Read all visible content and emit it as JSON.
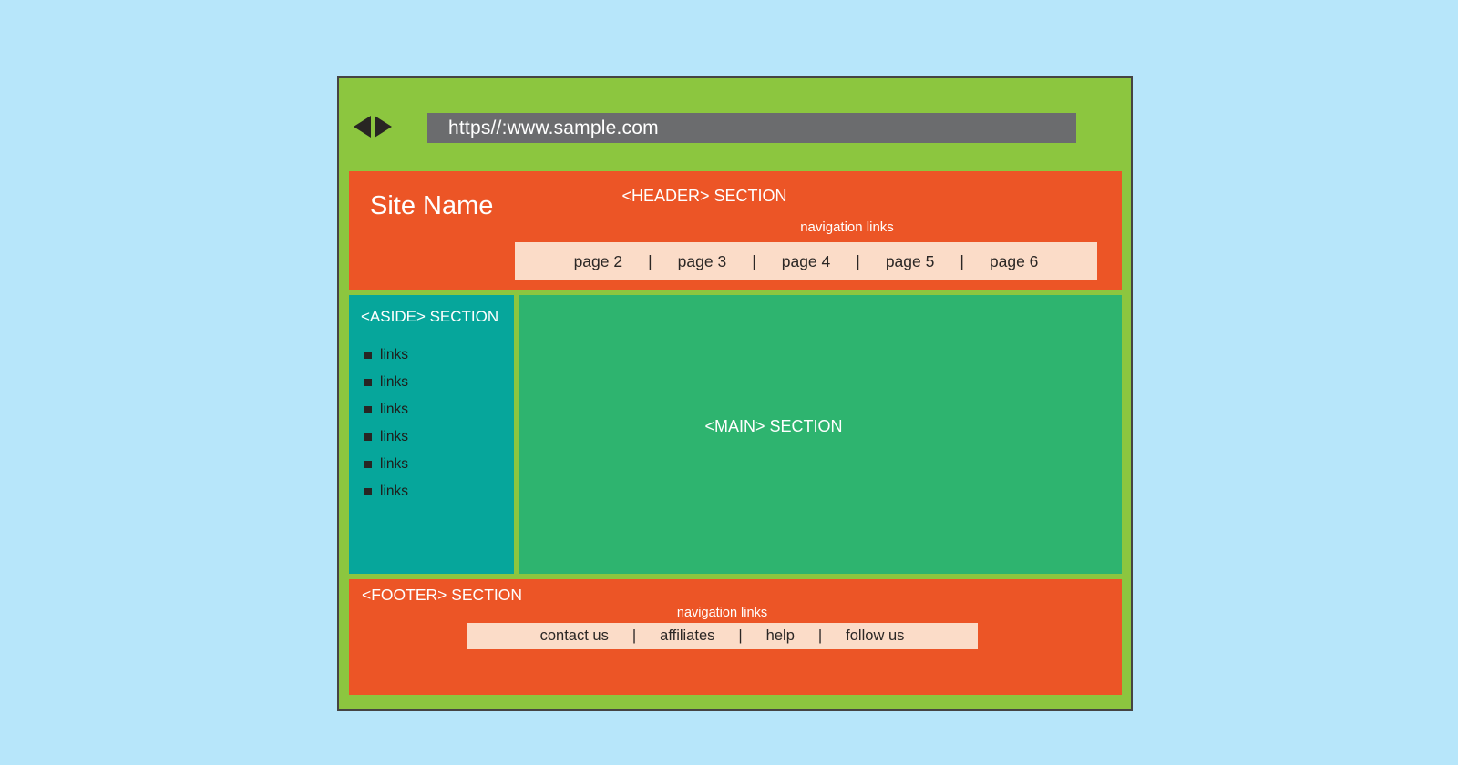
{
  "browser": {
    "url": "https//:www.sample.com"
  },
  "header": {
    "site_name": "Site Name",
    "label": "<HEADER> SECTION",
    "nav_caption": "navigation links",
    "separator": "|",
    "nav_items": [
      "page 2",
      "page 3",
      "page 4",
      "page 5",
      "page 6"
    ]
  },
  "aside": {
    "label": "<ASIDE> SECTION",
    "links": [
      "links",
      "links",
      "links",
      "links",
      "links",
      "links"
    ]
  },
  "main": {
    "label": "<MAIN> SECTION"
  },
  "footer": {
    "label": "<FOOTER> SECTION",
    "nav_caption": "navigation links",
    "separator": "|",
    "nav_items": [
      "contact us",
      "affiliates",
      "help",
      "follow us"
    ]
  },
  "icons": {
    "back": "back-arrow-icon",
    "forward": "forward-arrow-icon",
    "bullet": "square-bullet-icon"
  },
  "colors": {
    "page_bg": "#b7e6fa",
    "frame_green": "#8cc63f",
    "window_border": "#454443",
    "address_gray": "#6b6c6e",
    "section_orange": "#ec5526",
    "aside_teal": "#06a69b",
    "main_green": "#2eb46f",
    "nav_cream": "#fbdcc8",
    "dark_text": "#2b2725",
    "icon_dark": "#282523"
  }
}
